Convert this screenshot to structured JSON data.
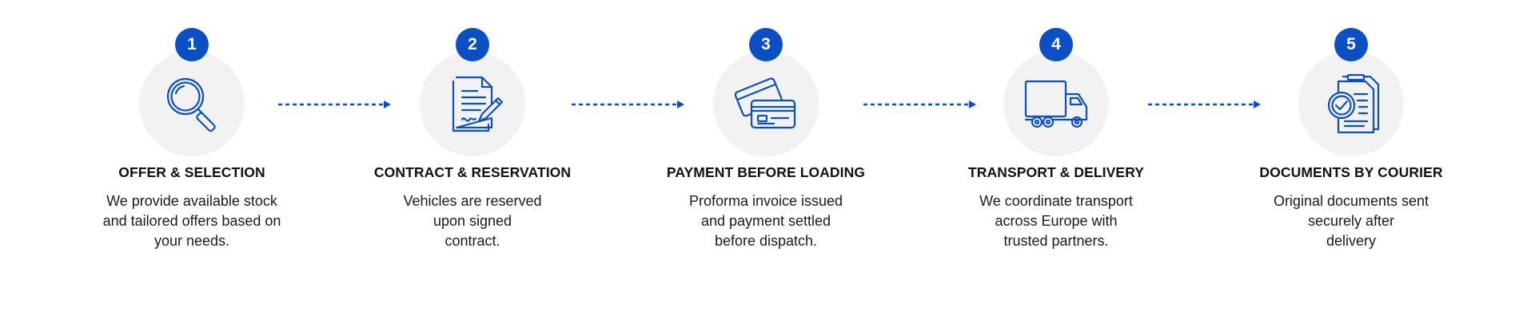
{
  "colors": {
    "accent": "#0b4fc2",
    "circle_bg": "#f2f2f2",
    "text": "#111111"
  },
  "steps": [
    {
      "number": "1",
      "title": "OFFER & SELECTION",
      "desc_lines": [
        "We provide available stock",
        "and tailored offers based on",
        "your needs."
      ],
      "icon": "magnifier-icon"
    },
    {
      "number": "2",
      "title": "CONTRACT & RESERVATION",
      "desc_lines": [
        "Vehicles are reserved",
        "upon signed",
        "contract."
      ],
      "icon": "signed-contract-icon"
    },
    {
      "number": "3",
      "title": "PAYMENT BEFORE LOADING",
      "desc_lines": [
        "Proforma invoice issued",
        "and payment settled",
        "before dispatch."
      ],
      "icon": "credit-cards-icon"
    },
    {
      "number": "4",
      "title": "TRANSPORT & DELIVERY",
      "desc_lines": [
        "We coordinate transport",
        "across Europe with",
        "trusted partners."
      ],
      "icon": "truck-icon"
    },
    {
      "number": "5",
      "title": "DOCUMENTS BY COURIER",
      "desc_lines": [
        "Original documents sent",
        "securely after",
        "delivery"
      ],
      "icon": "verified-documents-icon"
    }
  ]
}
